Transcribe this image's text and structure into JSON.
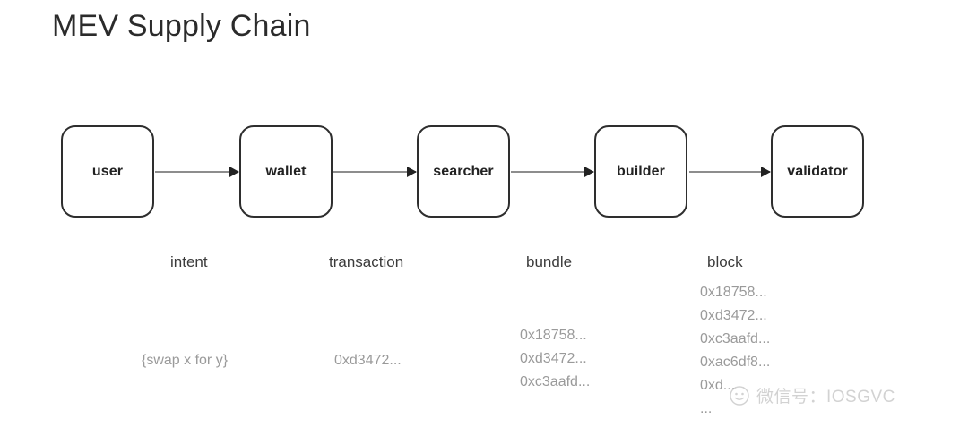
{
  "page": {
    "title": "MEV Supply Chain",
    "background_color": "#ffffff"
  },
  "diagram": {
    "type": "linear-flow",
    "node_border_color": "#2e2e2e",
    "arrow_color": "#8d8d8d",
    "nodes": [
      {
        "label": "user"
      },
      {
        "label": "wallet"
      },
      {
        "label": "searcher"
      },
      {
        "label": "builder"
      },
      {
        "label": "validator"
      }
    ],
    "edges": [
      {
        "from": "user",
        "to": "wallet",
        "caption": "intent",
        "payload": [
          "{swap x for y}"
        ]
      },
      {
        "from": "wallet",
        "to": "searcher",
        "caption": "transaction",
        "payload": [
          "0xd3472..."
        ]
      },
      {
        "from": "searcher",
        "to": "builder",
        "caption": "bundle",
        "payload": [
          "0x18758...",
          "0xd3472...",
          "0xc3aafd..."
        ]
      },
      {
        "from": "builder",
        "to": "validator",
        "caption": "block",
        "payload": [
          "0x18758...",
          "0xd3472...",
          "0xc3aafd...",
          "0xac6df8...",
          "0xd...",
          "..."
        ]
      }
    ]
  },
  "watermark": {
    "text": "微信号：IOSGVC",
    "logo_icon": "smiley-circle-icon",
    "color": "#6e6e6e"
  }
}
